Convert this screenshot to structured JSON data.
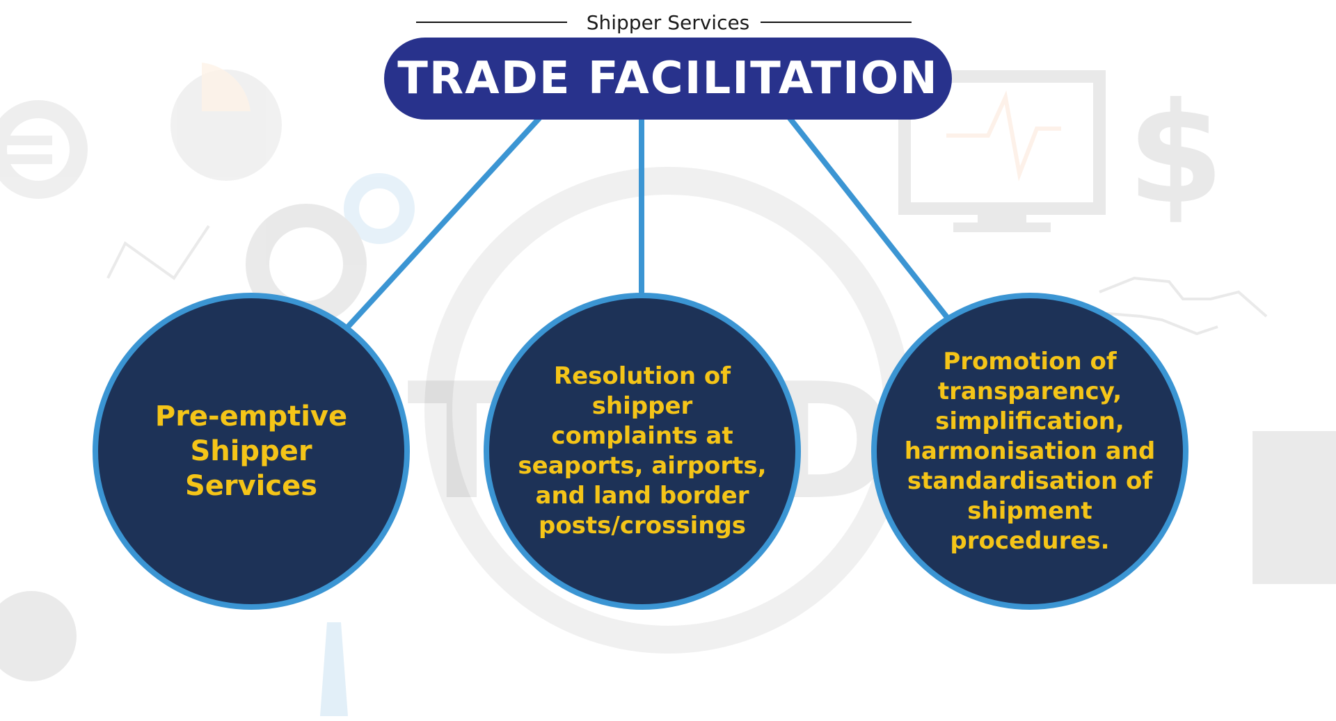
{
  "header": {
    "subtitle": "Shipper Services",
    "title": "TRADE FACILITATION"
  },
  "nodes": [
    {
      "label": "Pre-emptive Shipper Services"
    },
    {
      "label": "Resolution of shipper complaints at seaports, airports, and land border posts/crossings"
    },
    {
      "label": "Promotion of transparency, simplification, harmonisation and standardisation of shipment procedures."
    }
  ],
  "colors": {
    "title_pill": "#28328c",
    "node_fill": "#1d3257",
    "node_border": "#3b95d3",
    "node_text": "#f5c518",
    "connector": "#3b95d3"
  },
  "icons": [
    "euro-icon",
    "pie-chart-icon",
    "gear-icon",
    "monitor-pulse-icon",
    "dollar-icon",
    "calculator-icon",
    "money-bag-icon",
    "person-tie-icon",
    "line-chart-icon"
  ]
}
